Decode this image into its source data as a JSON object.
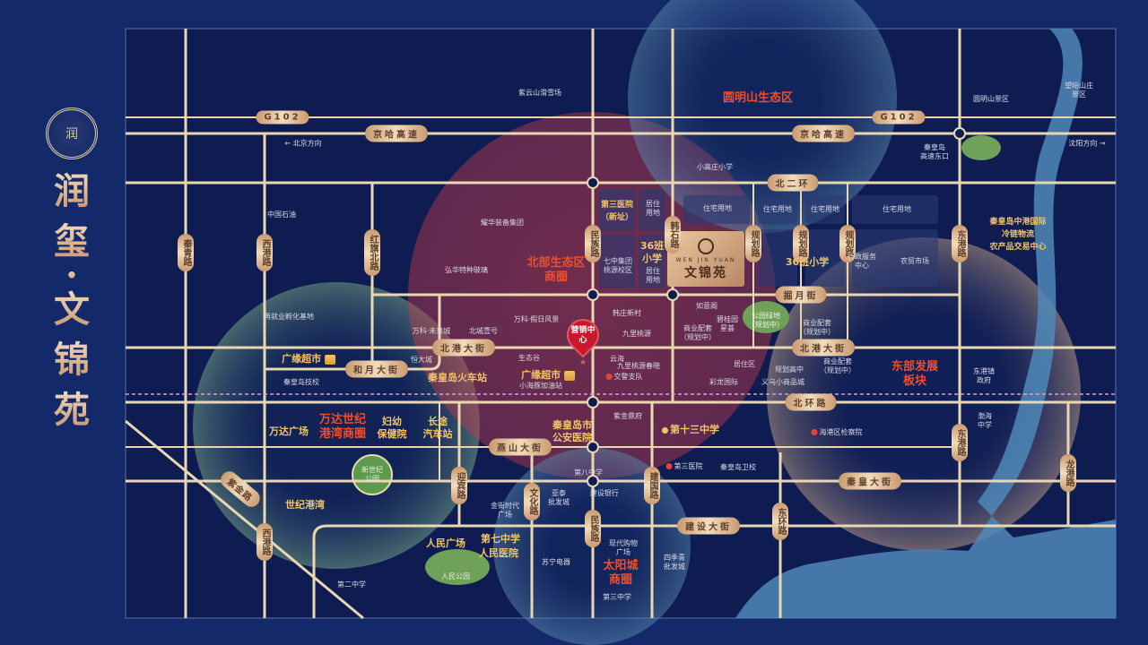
{
  "brand": {
    "title": [
      "润",
      "玺",
      "·",
      "文",
      "锦",
      "苑"
    ],
    "logo_glyph": "润"
  },
  "project": {
    "name": "文锦苑",
    "pinyin": "WEN JIN YUAN"
  },
  "sales_center": {
    "label": "营销中心"
  },
  "directions": {
    "west": "← 北京方向",
    "east": "沈阳方向 →"
  },
  "roads": [
    "G102",
    "G102",
    "京哈高速",
    "京哈高速",
    "北二环",
    "掘月街",
    "北港大街",
    "北港大街",
    "和月大街",
    "北环路",
    "燕山大街",
    "秦皇大街",
    "建设大街",
    "秦青路",
    "西港路",
    "红旗北路",
    "民族路",
    "韩石路",
    "东港路",
    "迎宾路",
    "文化路",
    "民族路",
    "建国路",
    "东环路",
    "东港路",
    "龙港路",
    "西港路",
    "紫金路",
    "规划路",
    "规划路",
    "规划路"
  ],
  "districts": [
    "圆明山生态区",
    "北部生态区\n商圈",
    "东部发展\n板块",
    "万达世纪\n港湾商圈",
    "太阳城\n商圈"
  ],
  "highlights": [
    "广缘超市",
    "广缘超市",
    "秦皇岛火车站",
    "万达广场",
    "妇幼\n保健院",
    "长途\n汽车站",
    "秦皇岛市\n公安医院",
    "第十三中学",
    "世纪港湾",
    "人民广场",
    "第七中学",
    "人民医院",
    "36班\n小学",
    "36班小学",
    "第三医院\n（新址）",
    "秦皇岛中港国际\n冷链物流\n农产品交易中心"
  ],
  "pois": [
    "紫云山滑雪场",
    "中国石油",
    "耀华装备集团",
    "弘华特种玻璃",
    "再就业孵化基地",
    "万科·未来城",
    "北城壹号",
    "万科·假日风景",
    "韩庄新村",
    "九里桃源",
    "恒大城",
    "生态谷",
    "云海",
    "九里桃源春晓",
    "交警支队",
    "秦皇岛技校",
    "小海豚加油站",
    "小高庄小学",
    "秦皇岛\n高速东口",
    "圆明山景区",
    "望峪山庄\n景区",
    "住宅用地",
    "住宅用地",
    "住宅用地",
    "住宅用地",
    "居住\n用地",
    "居住\n用地",
    "七中集团\n桃源校区",
    "行政服务\n中心",
    "农贸市场",
    "如意阁",
    "商业配套\n（规划中）",
    "碧桂园\n星荟",
    "公园绿地\n（规划中）",
    "商业配套\n（规划中）",
    "居住区",
    "规划高中",
    "商业配套\n（规划中）",
    "彩龙国际",
    "义乌小商品城",
    "东港镇\n政府",
    "紫金鼎府",
    "第三医院",
    "秦皇岛卫校",
    "海港区检察院",
    "渤海\n中学",
    "第八中学",
    "建设银行",
    "亚泰\n批发城",
    "金街时代\n广场",
    "新世纪\n公园",
    "苏宁电器",
    "现代购物\n广场",
    "四季青\n批发城",
    "人民公园",
    "第二中学",
    "第三中学"
  ]
}
